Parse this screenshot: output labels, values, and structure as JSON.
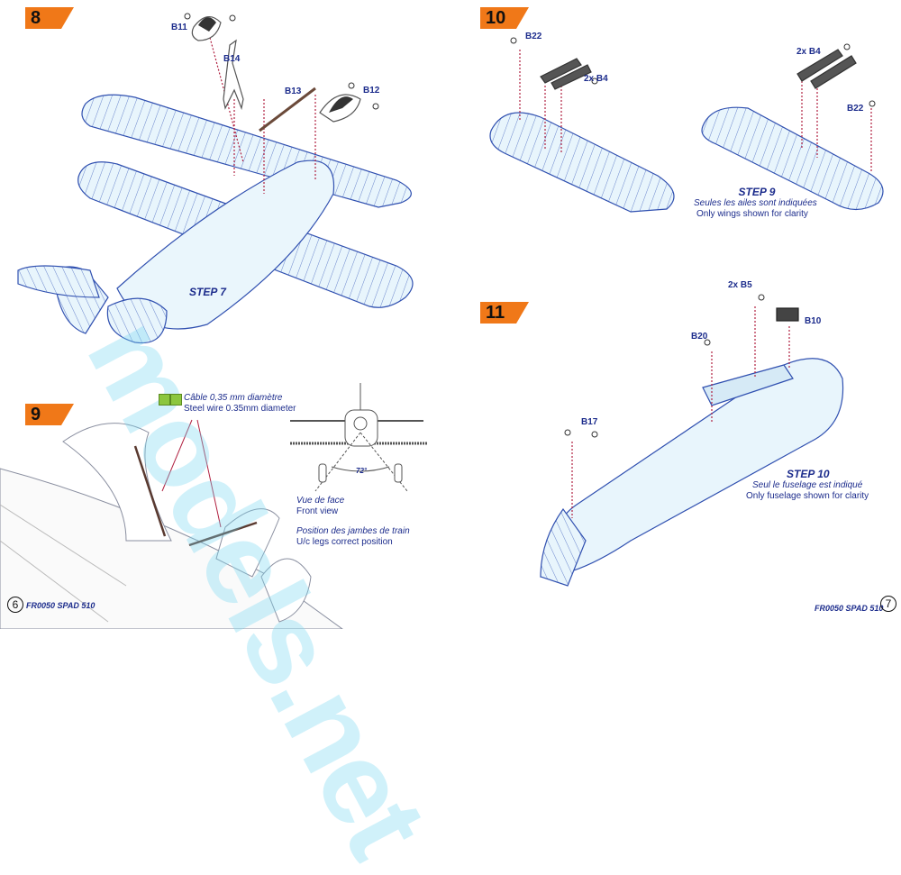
{
  "watermark": "models.net",
  "steps": [
    {
      "tab": "8",
      "title": "STEP 7",
      "parts": [
        "B11",
        "B14",
        "B13",
        "B12"
      ]
    },
    {
      "tab": "9",
      "cable_fr": "Câble 0,35 mm diamètre",
      "cable_en": "Steel wire 0.35mm diameter",
      "angle": "72°",
      "front_fr": "Vue de face",
      "front_en": "Front view",
      "position_fr": "Position des jambes de train",
      "position_en": "U/c legs correct position"
    },
    {
      "tab": "10",
      "title": "STEP 9",
      "note_fr": "Seules les ailes sont indiquées",
      "note_en": "Only wings shown for clarity",
      "parts": [
        "B22",
        "2x B4",
        "2x B4",
        "B22"
      ]
    },
    {
      "tab": "11",
      "title": "STEP 10",
      "note_fr": "Seul le fuselage est indiqué",
      "note_en": "Only fuselage shown for clarity",
      "parts": [
        "2x B5",
        "B10",
        "B20",
        "B17"
      ]
    }
  ],
  "footer": {
    "left_page": "6",
    "left_text": "FR0050 SPAD 510",
    "right_page": "7",
    "right_text": "FR0050 SPAD 510"
  },
  "colors": {
    "tab": "#f07818",
    "text": "#1c2c8c",
    "line": "#3050b0",
    "fill": "#e6f4fb"
  }
}
